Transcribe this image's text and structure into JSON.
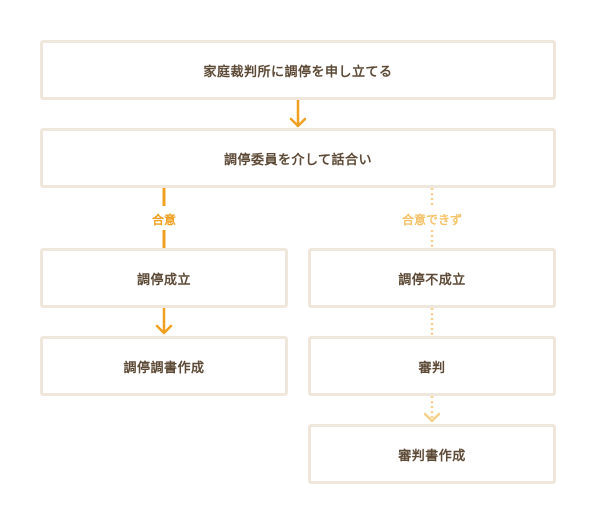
{
  "nodes": {
    "start": "家庭裁判所に調停を申し立てる",
    "discussion": "調停委員を介して話合い",
    "success": "調停成立",
    "success_doc": "調停調書作成",
    "failure": "調停不成立",
    "trial": "審判",
    "trial_doc": "審判書作成"
  },
  "edge_labels": {
    "agree": "合意",
    "no_agree": "合意できず"
  },
  "colors": {
    "primary_arrow": "#f0a020",
    "secondary_arrow": "#f6d08c",
    "box_border": "#f0e7dc",
    "box_text": "#5d4a36",
    "label_primary": "#f0a020",
    "label_secondary": "#f5c36a"
  }
}
